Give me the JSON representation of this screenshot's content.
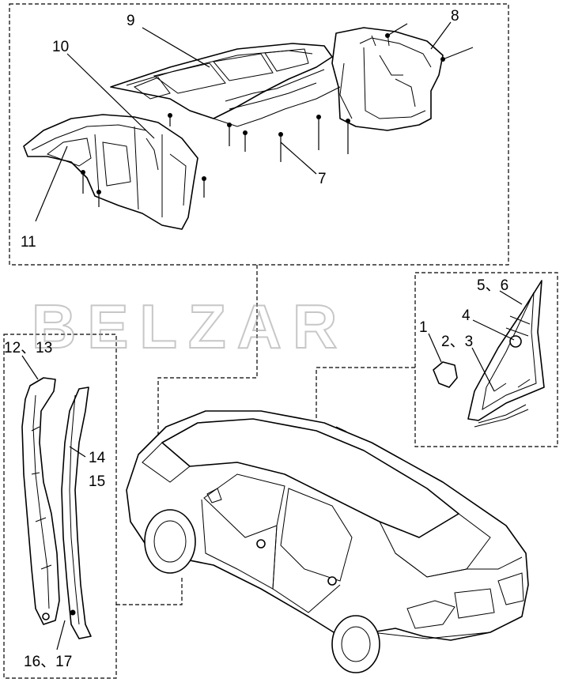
{
  "watermark": "BELZAR",
  "labels": {
    "l1": "1",
    "l2_3": "2、3",
    "l4": "4",
    "l5_6": "5、6",
    "l7": "7",
    "l8": "8",
    "l9": "9",
    "l10": "10",
    "l11": "11",
    "l12_13": "12、13",
    "l14": "14",
    "l15": "15",
    "l16_17": "16、17"
  }
}
